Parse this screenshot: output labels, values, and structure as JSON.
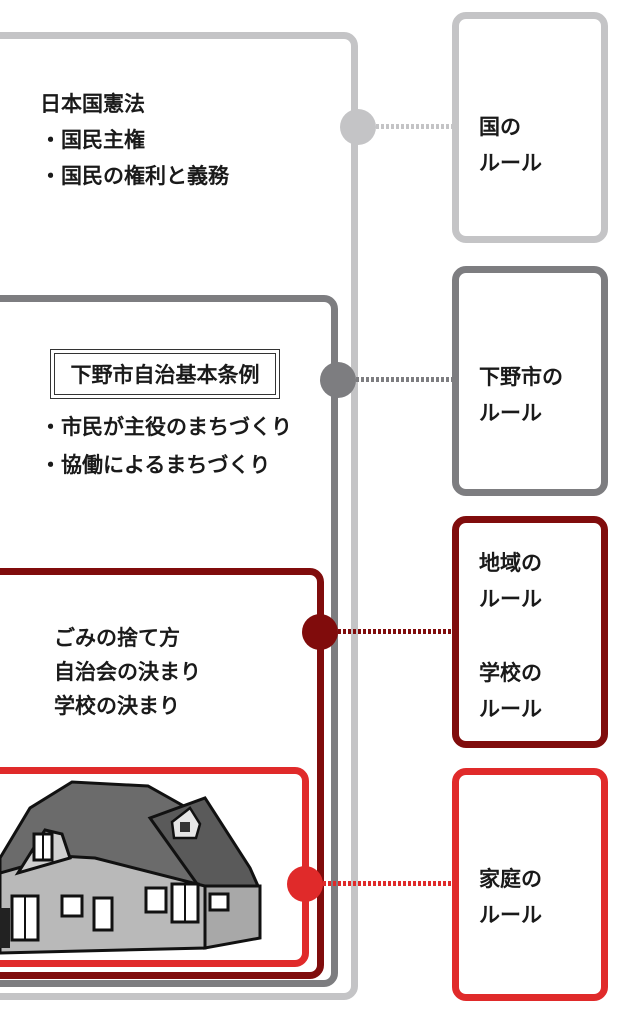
{
  "layers": {
    "national": {
      "lines": [
        "日本国憲法",
        "・国民主権",
        "・国民の権利と義務"
      ],
      "color": "#c4c4c6"
    },
    "city": {
      "title": "下野市自治基本条例",
      "points": [
        "・市民が主役のまちづくり",
        "・協働によるまちづくり"
      ],
      "color": "#7d7d80"
    },
    "local": {
      "lines": [
        "ごみの捨て方",
        "自治会の決まり",
        "学校の決まり"
      ],
      "color": "#800c0c"
    },
    "home": {
      "illustration": "house-illustration",
      "color": "#e02a2a"
    }
  },
  "rules": {
    "national": [
      "国の",
      "ルール"
    ],
    "city": [
      "下野市の",
      "ルール"
    ],
    "local_area": [
      "地域の",
      "ルール"
    ],
    "local_school": [
      "学校の",
      "ルール"
    ],
    "home": [
      "家庭の",
      "ルール"
    ]
  }
}
